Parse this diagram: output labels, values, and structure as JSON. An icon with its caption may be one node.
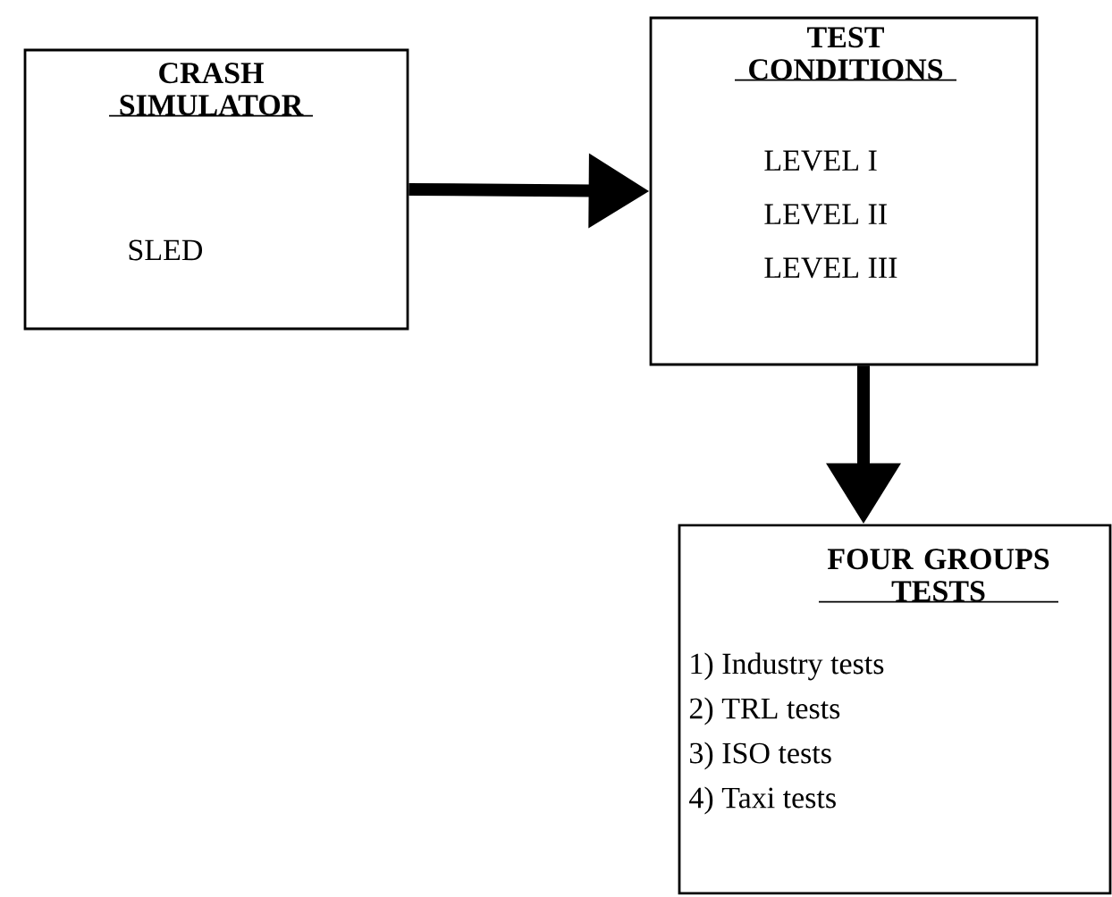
{
  "diagram": {
    "nodes": [
      {
        "text": [
          "CRASH SIMULATOR",
          "SLED"
        ]
      },
      {
        "text": [
          "TEST CONDITIONS",
          "LEVEL I",
          "LEVEL II",
          "LEVEL III"
        ]
      },
      {
        "text": [
          "FOUR GROUPS TESTS",
          "1) Industry tests",
          "2) TRL tests",
          "3) ISO tests",
          "4) Taxi tests"
        ]
      }
    ],
    "edges": [
      {
        "from": 0,
        "to": 1,
        "arrow": "to"
      },
      {
        "from": 1,
        "to": 2,
        "arrow": "to"
      }
    ]
  }
}
